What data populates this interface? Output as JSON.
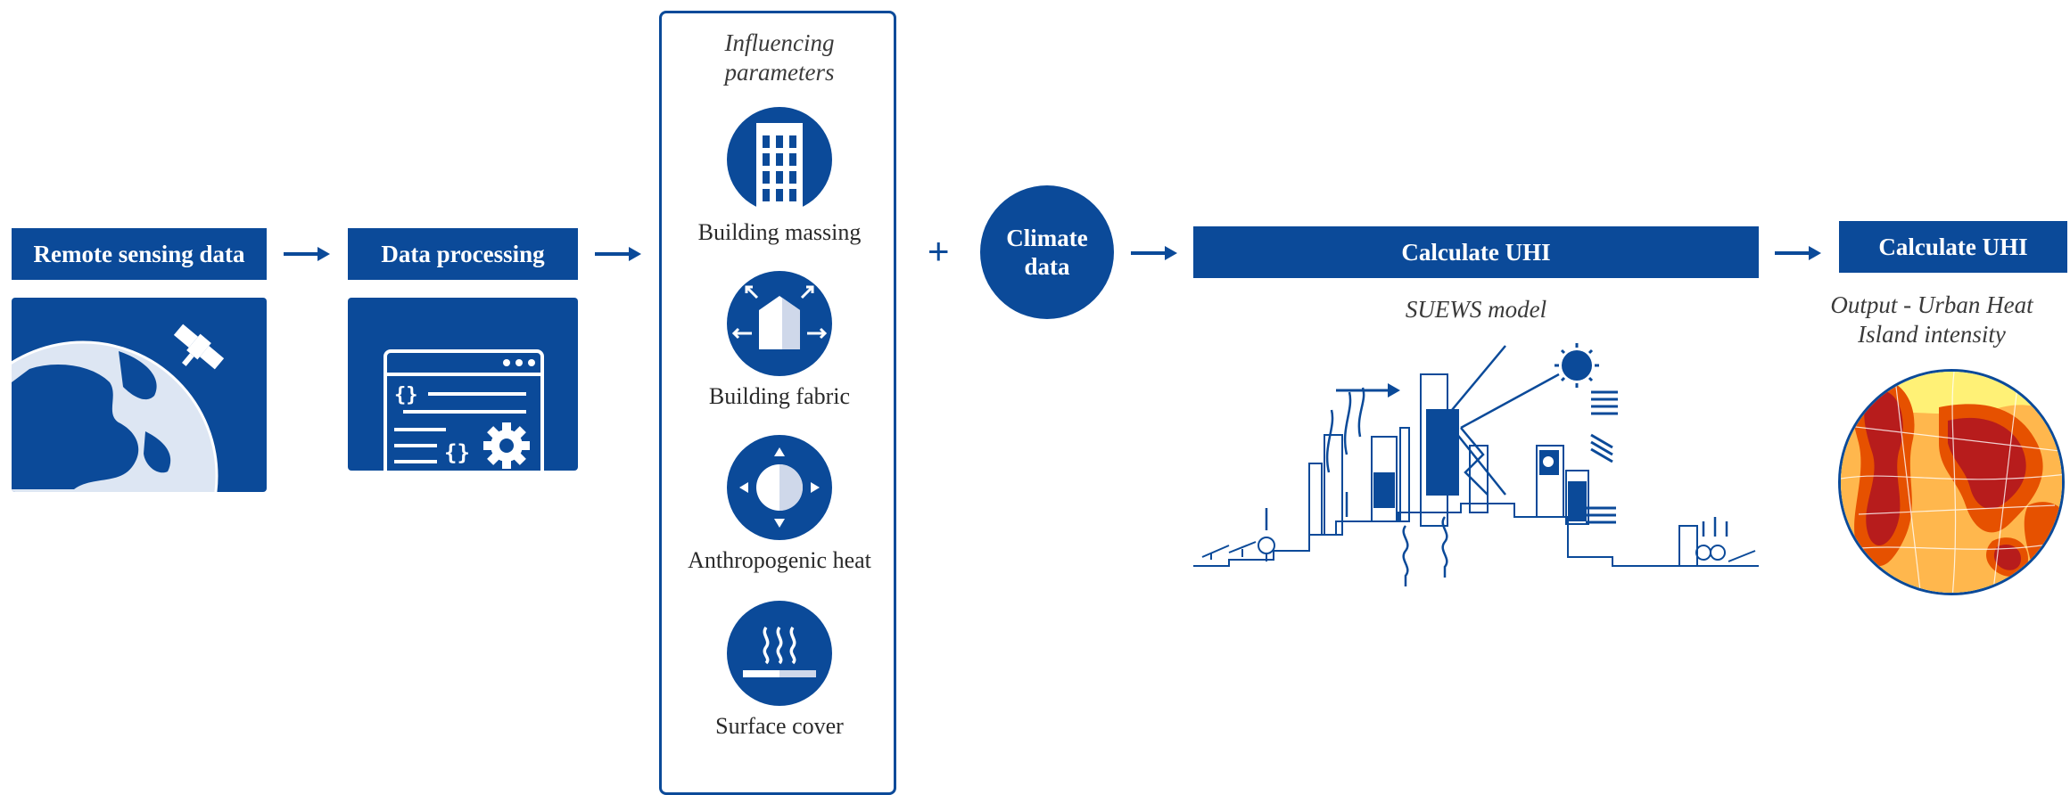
{
  "steps": {
    "remote_sensing": "Remote sensing data",
    "data_processing": "Data processing",
    "climate_data": "Climate data",
    "calc_uhi_model": "Calculate UHI",
    "calc_uhi_output": "Calculate UHI"
  },
  "parameters": {
    "title": "Influencing parameters",
    "items": [
      {
        "label": "Building massing",
        "icon": "building-icon"
      },
      {
        "label": "Building fabric",
        "icon": "house-heat-icon"
      },
      {
        "label": "Anthropogenic heat",
        "icon": "sun-heat-icon"
      },
      {
        "label": "Surface cover",
        "icon": "surface-heat-icon"
      }
    ]
  },
  "plus_sign": "+",
  "model_caption": "SUEWS model",
  "output_caption": "Output - Urban Heat Island intensity",
  "colors": {
    "primary": "#0b4a99",
    "heat_dark": "#b71c1c",
    "heat_mid": "#f57c00",
    "heat_light": "#fff176"
  }
}
